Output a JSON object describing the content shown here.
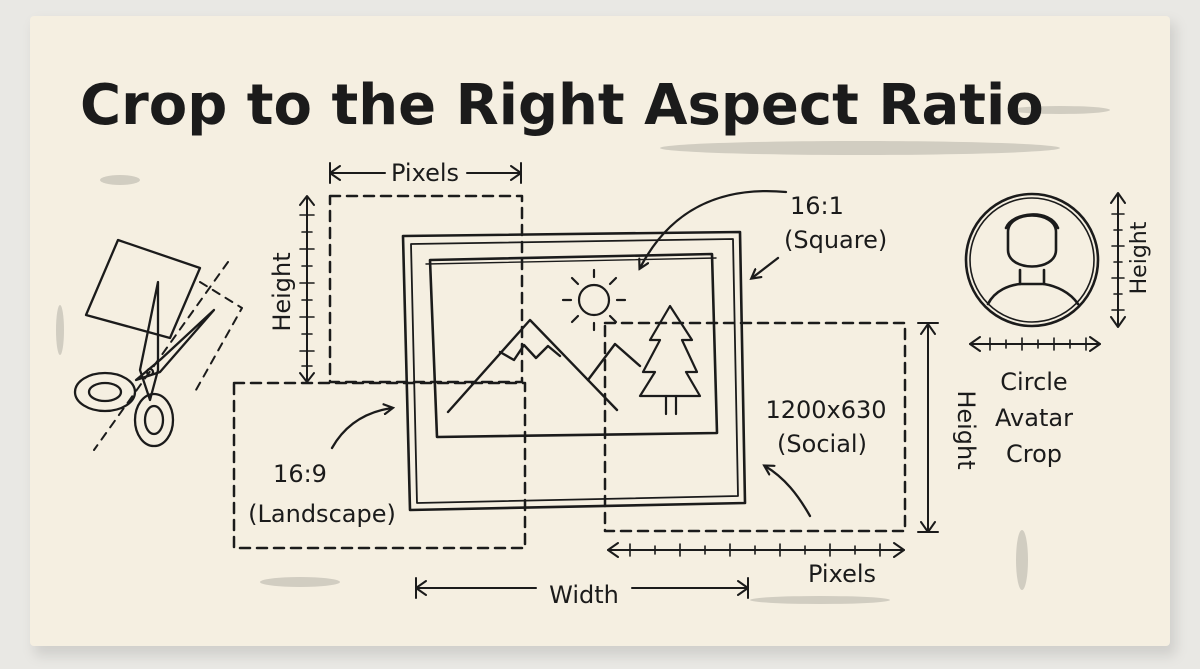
{
  "title": "Crop to the Right Aspect Ratio",
  "labels": {
    "top_pixels": "Pixels",
    "left_height": "Height",
    "ratio_16_1": "16:1",
    "ratio_16_1_note": "(Square)",
    "ratio_16_9": "16:9",
    "ratio_16_9_note": "(Landscape)",
    "social_size": "1200x630",
    "social_note": "(Social)",
    "right_height": "Height",
    "bottom_pixels": "Pixels",
    "width": "Width",
    "avatar_height": "Height",
    "avatar_line1": "Circle",
    "avatar_line2": "Avatar",
    "avatar_line3": "Crop"
  },
  "icons": [
    "scissors-icon",
    "crop-square-icon",
    "sun-icon",
    "mountain-icon",
    "tree-icon",
    "avatar-person-icon",
    "arrow-icon"
  ],
  "colors": {
    "paper": "#f5efe1",
    "ink": "#1b1b1b",
    "background": "#e9e8e4"
  }
}
